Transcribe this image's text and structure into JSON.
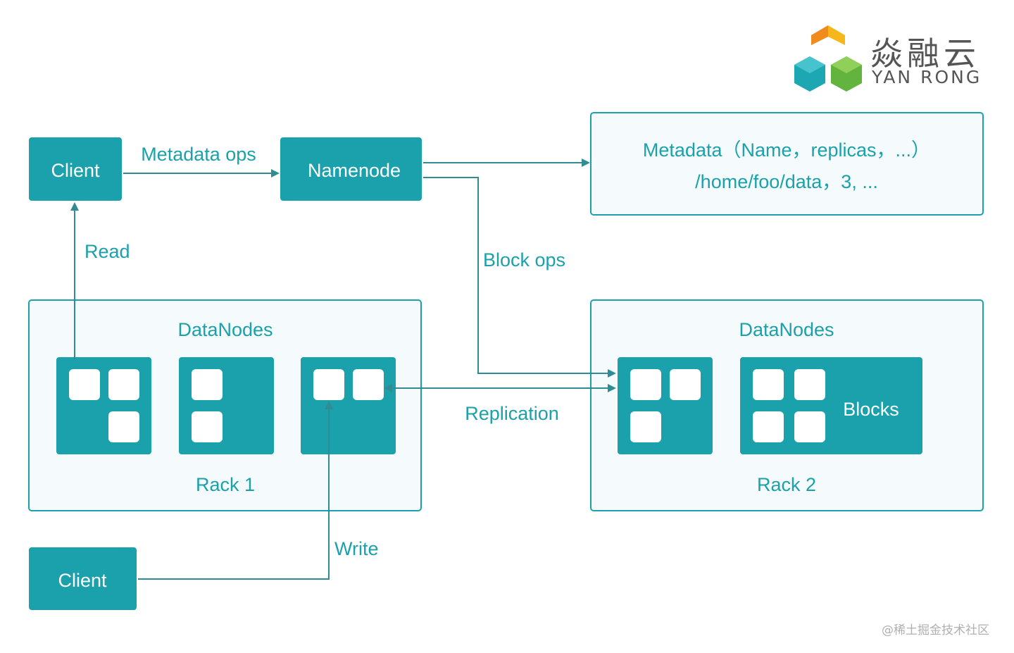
{
  "colors": {
    "teal": "#1aa1ab",
    "panel_fill": "#f5fbfc",
    "panel_stroke": "#1aa1ab",
    "line": "#2f8c95",
    "text_teal": "#1aa1ab",
    "block_white": "#ffffff",
    "logo_yellow": "#f6b71a",
    "logo_orange": "#f08c1e",
    "logo_green": "#62b43f",
    "logo_teal": "#1da7b3"
  },
  "logo": {
    "chinese": "焱融云",
    "english": "YAN RONG"
  },
  "nodes": {
    "client_top": "Client",
    "namenode": "Namenode",
    "client_bottom": "Client"
  },
  "metadata_box": {
    "line1": "Metadata（Name，replicas，...）",
    "line2": "/home/foo/data，3, ..."
  },
  "edge_labels": {
    "metadata_ops": "Metadata ops",
    "read": "Read",
    "block_ops": "Block ops",
    "replication": "Replication",
    "write": "Write"
  },
  "racks": {
    "rack1": {
      "title": "DataNodes",
      "label": "Rack 1"
    },
    "rack2": {
      "title": "DataNodes",
      "label": "Rack 2",
      "blocks_label": "Blocks"
    }
  },
  "watermark": "@稀土掘金技术社区"
}
